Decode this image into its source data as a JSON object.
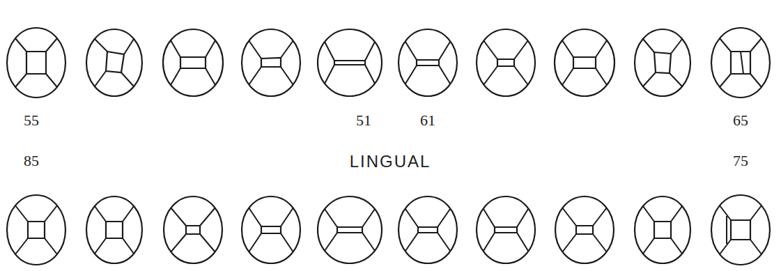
{
  "diagram": {
    "labels": [
      "55",
      "51",
      "61",
      "65",
      "85",
      "LINGUAL",
      "75"
    ]
  }
}
